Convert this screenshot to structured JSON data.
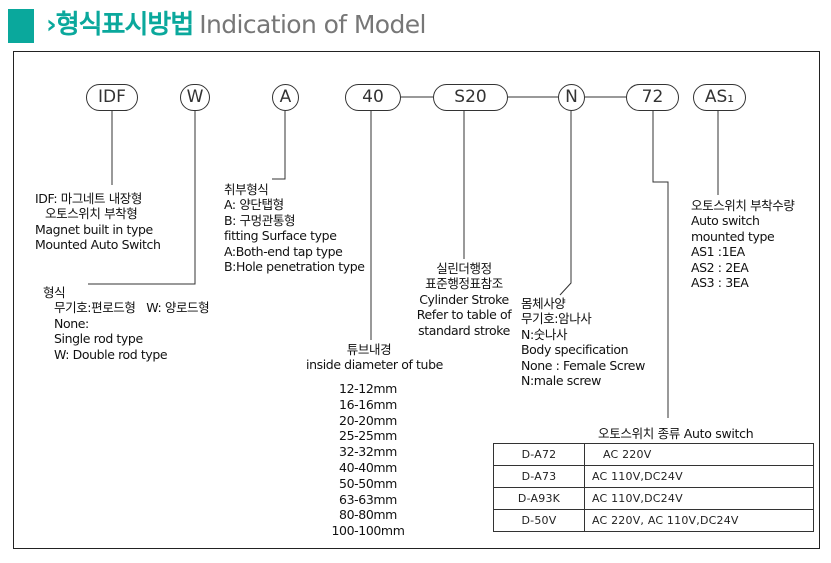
{
  "header": {
    "title_ko": "›형식표시방법",
    "title_en": "Indication of Model"
  },
  "codes": [
    "IDF",
    "W",
    "A",
    "40",
    "S20",
    "N",
    "72",
    "AS₁"
  ],
  "notes": {
    "idf": [
      "IDF: 마그네트 내장형",
      "오토스위치 부착형",
      "Magnet built in type",
      "Mounted Auto Switch"
    ],
    "rod": [
      "형식",
      "무기호:편로드형   W: 양로드형",
      "None:",
      "Single rod type",
      "W: Double rod type"
    ],
    "mounting": [
      "취부형식",
      "A: 양단탭형",
      "B: 구멍관통형",
      "fitting Surface type",
      "A:Both-end tap type",
      "B:Hole penetration type"
    ],
    "bore_title": [
      "튜브내경",
      "inside diameter of tube"
    ],
    "bore_sizes": [
      "12-12mm",
      "16-16mm",
      "20-20mm",
      "25-25mm",
      "32-32mm",
      "40-40mm",
      "50-50mm",
      "63-63mm",
      "80-80mm",
      "100-100mm"
    ],
    "stroke": [
      "실린더행정",
      "표준행정표참조",
      "Cylinder Stroke",
      "Refer to table of",
      "standard stroke"
    ],
    "body": [
      "몸체사양",
      "무기호:암나사",
      "N:숫나사",
      "Body specification",
      "None : Female Screw",
      "N:male screw"
    ],
    "switch_qty": [
      "오토스위치 부착수량",
      "Auto switch",
      "mounted type",
      "AS1 :1EA",
      "AS2 : 2EA",
      "AS3 : 3EA"
    ]
  },
  "switch_table": {
    "title": "오토스위치 종류 Auto switch",
    "rows": [
      {
        "model": "D-A72",
        "spec": "AC 220V"
      },
      {
        "model": "D-A73",
        "spec": "AC 110V,DC24V"
      },
      {
        "model": "D-A93K",
        "spec": "AC 110V,DC24V"
      },
      {
        "model": "D-50V",
        "spec": "AC 220V, AC 110V,DC24V"
      }
    ]
  },
  "colors": {
    "accent": "#0aa89c",
    "subtitle": "#777777",
    "line": "#333333"
  }
}
